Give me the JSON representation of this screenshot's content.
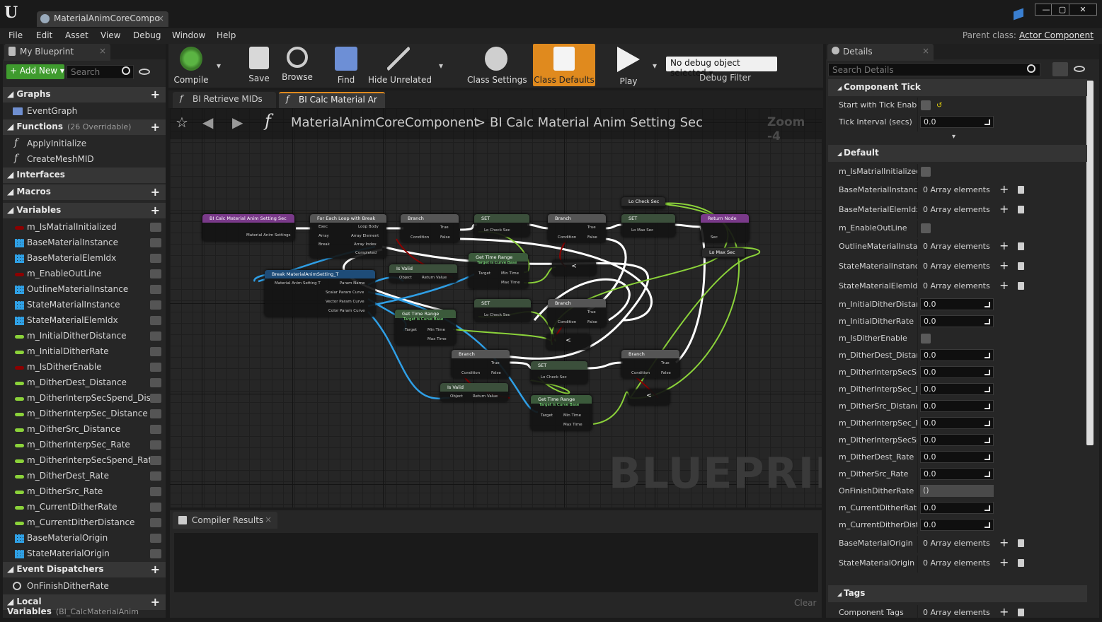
{
  "window": {
    "tab_title": "MaterialAnimCoreCompo",
    "min": "—",
    "max": "▢",
    "close": "✕"
  },
  "menu": [
    "File",
    "Edit",
    "Asset",
    "View",
    "Debug",
    "Window",
    "Help"
  ],
  "parent_class": {
    "label": "Parent class:",
    "value": "Actor Component"
  },
  "my_blueprint": {
    "tab": "My Blueprint",
    "add_new": "+ Add New",
    "search_placeholder": "Search",
    "graphs_label": "Graphs",
    "event_graph": "EventGraph",
    "functions_label": "Functions",
    "functions_overridable": "(26 Overridable)",
    "functions": [
      "ApplyInitialize",
      "CreateMeshMID"
    ],
    "interfaces_label": "Interfaces",
    "macros_label": "Macros",
    "variables_label": "Variables",
    "variables": [
      {
        "name": "m_IsMatrialInitialized",
        "type": "bool"
      },
      {
        "name": "BaseMaterialInstance",
        "type": "array"
      },
      {
        "name": "BaseMaterialElemIdx",
        "type": "array"
      },
      {
        "name": "m_EnableOutLine",
        "type": "bool"
      },
      {
        "name": "OutlineMaterialInstance",
        "type": "array"
      },
      {
        "name": "StateMaterialInstance",
        "type": "array"
      },
      {
        "name": "StateMaterialElemIdx",
        "type": "array"
      },
      {
        "name": "m_InitialDitherDistance",
        "type": "float"
      },
      {
        "name": "m_InitialDitherRate",
        "type": "float"
      },
      {
        "name": "m_IsDitherEnable",
        "type": "bool"
      },
      {
        "name": "m_DitherDest_Distance",
        "type": "float"
      },
      {
        "name": "m_DitherInterpSecSpend_Dist",
        "type": "float"
      },
      {
        "name": "m_DitherInterpSec_Distance",
        "type": "float"
      },
      {
        "name": "m_DitherSrc_Distance",
        "type": "float"
      },
      {
        "name": "m_DitherInterpSec_Rate",
        "type": "float"
      },
      {
        "name": "m_DitherInterpSecSpend_Rate",
        "type": "float"
      },
      {
        "name": "m_DitherDest_Rate",
        "type": "float"
      },
      {
        "name": "m_DitherSrc_Rate",
        "type": "float"
      },
      {
        "name": "m_CurrentDitherRate",
        "type": "float"
      },
      {
        "name": "m_CurrentDitherDistance",
        "type": "float"
      },
      {
        "name": "BaseMaterialOrigin",
        "type": "array"
      },
      {
        "name": "StateMaterialOrigin",
        "type": "array"
      }
    ],
    "event_dispatchers_label": "Event Dispatchers",
    "dispatchers": [
      "OnFinishDitherRate"
    ],
    "local_variables_label": "Local Variables",
    "local_variables_scope": "(BI_CalcMaterialAnim"
  },
  "toolbar": {
    "compile": "Compile",
    "save": "Save",
    "browse": "Browse",
    "find": "Find",
    "hide_unrelated": "Hide Unrelated",
    "class_settings": "Class Settings",
    "class_defaults": "Class Defaults",
    "play": "Play",
    "debug_select": "No debug object selected",
    "debug_filter": "Debug Filter"
  },
  "graph_tabs": [
    "BI Retrieve MIDs",
    "BI Calc Material Ar"
  ],
  "graph": {
    "breadcrumb_root": "MaterialAnimCoreComponent",
    "breadcrumb_sep": ">",
    "breadcrumb_current": "BI Calc Material Anim Setting Sec",
    "zoom": "Zoom -4",
    "watermark": "BLUEPRINT",
    "nodes": {
      "entry": "BI Calc Material Anim Setting Sec",
      "entry_pin": "Material Anim Settings",
      "foreach": "For Each Loop with Break",
      "foreach_pins": [
        "Exec",
        "Array",
        "Break",
        "Loop Body",
        "Array Element",
        "Array Index",
        "Completed"
      ],
      "branch": "Branch",
      "branch_pins": [
        "Condition",
        "True",
        "False"
      ],
      "set": "SET",
      "lo_check": "Lo Check Sec",
      "lo_max": "Lo Max Sec",
      "return": "Return Node",
      "return_pin": "Sec",
      "break_struct": "Break MaterialAnimSetting_T",
      "break_pins": [
        "Material Anim Setting T",
        "Param Name",
        "Scalar Param Curve",
        "Vector Param Curve",
        "Color Param Curve"
      ],
      "is_valid": "Is Valid",
      "is_valid_pins": [
        "Object",
        "Return Value"
      ],
      "get_time_range": "Get Time Range",
      "get_time_range_sub": "Target is Curve Base",
      "gtr_pins": [
        "Target",
        "Min Time",
        "Max Time"
      ],
      "less": "<"
    }
  },
  "compiler": {
    "tab": "Compiler Results",
    "clear": "Clear"
  },
  "details": {
    "tab": "Details",
    "search_placeholder": "Search Details",
    "cat_tick": "Component Tick",
    "tick_rows": [
      {
        "k": "Start with Tick Enable",
        "kind": "check"
      },
      {
        "k": "Tick Interval (secs)",
        "kind": "num",
        "v": "0.0"
      }
    ],
    "cat_default": "Default",
    "default_rows": [
      {
        "k": "m_IsMatrialInitialized",
        "kind": "check"
      },
      {
        "k": "BaseMaterialInstance",
        "kind": "array",
        "v": "0 Array elements"
      },
      {
        "k": "BaseMaterialElemIdx",
        "kind": "array",
        "v": "0 Array elements"
      },
      {
        "k": "m_EnableOutLine",
        "kind": "check"
      },
      {
        "k": "OutlineMaterialInstance",
        "kind": "array",
        "v": "0 Array elements"
      },
      {
        "k": "StateMaterialInstance",
        "kind": "array",
        "v": "0 Array elements"
      },
      {
        "k": "StateMaterialElemIdx",
        "kind": "array",
        "v": "0 Array elements"
      },
      {
        "k": "m_InitialDitherDistance",
        "kind": "num",
        "v": "0.0"
      },
      {
        "k": "m_InitialDitherRate",
        "kind": "num",
        "v": "0.0"
      },
      {
        "k": "m_IsDitherEnable",
        "kind": "check"
      },
      {
        "k": "m_DitherDest_Distance",
        "kind": "num",
        "v": "0.0"
      },
      {
        "k": "m_DitherInterpSecSpend",
        "kind": "num",
        "v": "0.0"
      },
      {
        "k": "m_DitherInterpSec_Dis",
        "kind": "num",
        "v": "0.0"
      },
      {
        "k": "m_DitherSrc_Distance",
        "kind": "num",
        "v": "0.0"
      },
      {
        "k": "m_DitherInterpSec_Ra",
        "kind": "num",
        "v": "0.0"
      },
      {
        "k": "m_DitherInterpSecSpe",
        "kind": "num",
        "v": "0.0"
      },
      {
        "k": "m_DitherDest_Rate",
        "kind": "num",
        "v": "0.0"
      },
      {
        "k": "m_DitherSrc_Rate",
        "kind": "num",
        "v": "0.0"
      },
      {
        "k": "OnFinishDitherRate",
        "kind": "delegate",
        "v": "()"
      },
      {
        "k": "m_CurrentDitherRate",
        "kind": "num",
        "v": "0.0"
      },
      {
        "k": "m_CurrentDitherDistar",
        "kind": "num",
        "v": "0.0"
      },
      {
        "k": "BaseMaterialOrigin",
        "kind": "array",
        "v": "0 Array elements"
      },
      {
        "k": "StateMaterialOrigin",
        "kind": "array",
        "v": "0 Array elements"
      }
    ],
    "cat_tags": "Tags",
    "tags_row": {
      "k": "Component Tags",
      "v": "0 Array elements"
    }
  },
  "colors": {
    "accent_orange": "#e08a1e",
    "bool": "#8c0000",
    "float": "#8bd23a",
    "array": "#2f9fe6",
    "exec": "#ffffff"
  }
}
